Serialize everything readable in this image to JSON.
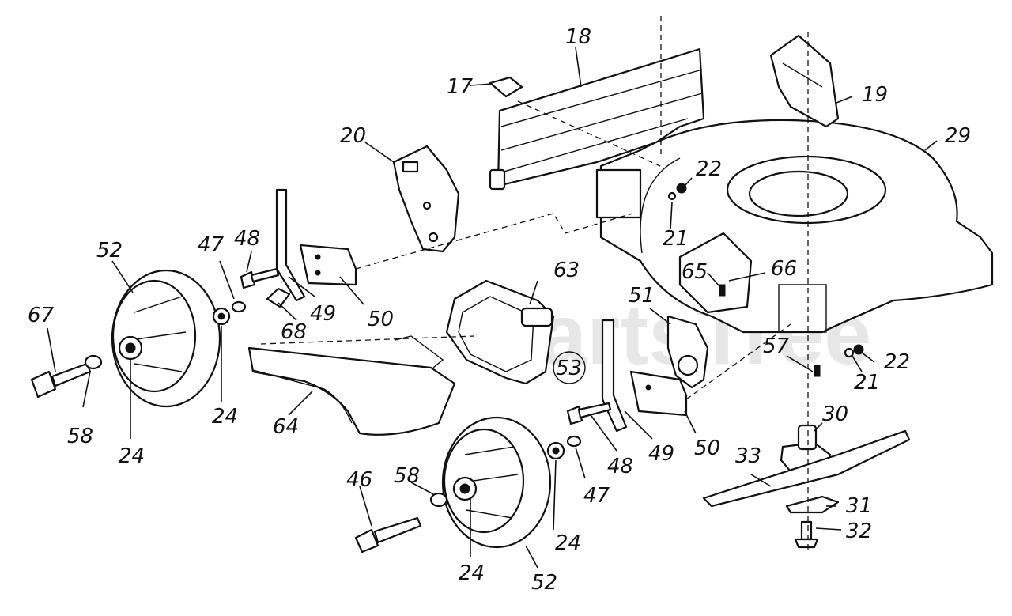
{
  "watermark": "PartsTree",
  "labels": {
    "p17": "17",
    "p18": "18",
    "p19": "19",
    "p20": "20",
    "p21a": "21",
    "p21b": "21",
    "p22a": "22",
    "p22b": "22",
    "p24a": "24",
    "p24b": "24",
    "p24c": "24",
    "p24d": "24",
    "p29": "29",
    "p30": "30",
    "p31": "31",
    "p32": "32",
    "p33": "33",
    "p46": "46",
    "p47a": "47",
    "p47b": "47",
    "p48a": "48",
    "p48b": "48",
    "p49a": "49",
    "p49b": "49",
    "p50a": "50",
    "p50b": "50",
    "p51": "51",
    "p52a": "52",
    "p52b": "52",
    "p53": "53",
    "p57": "57",
    "p58a": "58",
    "p58b": "58",
    "p63": "63",
    "p64": "64",
    "p65": "65",
    "p66": "66",
    "p67": "67",
    "p68": "68"
  }
}
